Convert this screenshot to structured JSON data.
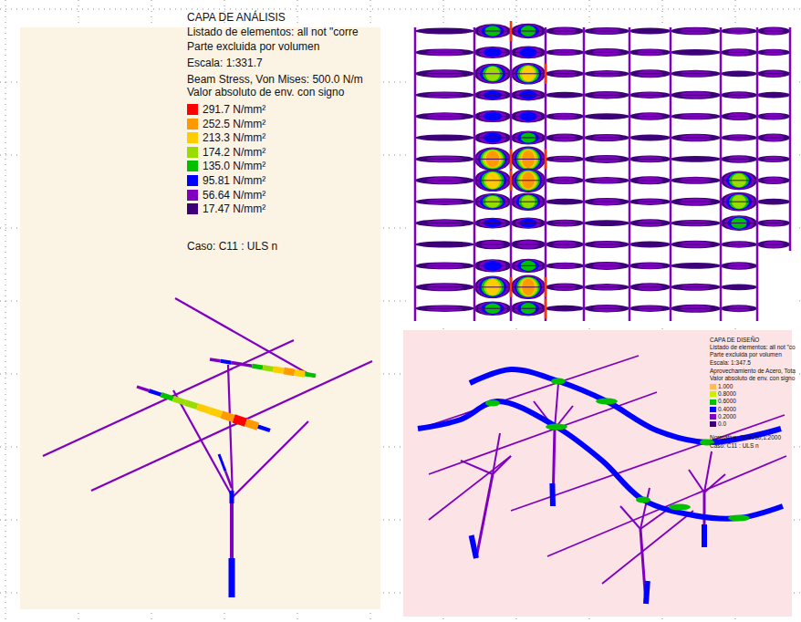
{
  "diagram": {
    "labels": [
      "CAPA DE ANÁLISIS",
      "Listado de elementos: all not \"corre",
      "Parte excluida por volumen",
      "Escala: 1:331.7",
      "Beam Stress, Von Mises: 500.0 N/m",
      "Valor absoluto de env. con signo",
      "Caso: C11 : ULS n",
      "CAPA DE DISEÑO",
      "Listado de elementos: all not \"co",
      "Parte excluida por volumen",
      "Escala: 1:347.5",
      "Aprovechamiento de Acero, Tota",
      "Valor absoluto de env. con signo",
      "Normativa: BS5950,1:2000",
      "Caso: C11 : ULS n"
    ],
    "legend": [
      {
        "text": "291.7 N/mm²",
        "color": "#ff0000"
      },
      {
        "text": "252.5 N/mm²",
        "color": "#ff9900"
      },
      {
        "text": "213.3 N/mm²",
        "color": "#ffcc00"
      },
      {
        "text": "174.2 N/mm²",
        "color": "#99dd00"
      },
      {
        "text": "135.0 N/mm²",
        "color": "#00c000"
      },
      {
        "text": "95.81 N/mm²",
        "color": "#0000ff"
      },
      {
        "text": "56.64 N/mm²",
        "color": "#8000c0"
      },
      {
        "text": "17.47 N/mm²",
        "color": "#3c0078"
      },
      {
        "text": "1.000",
        "color": "#ffbb55"
      },
      {
        "text": "0.8000",
        "color": "#ccee00"
      },
      {
        "text": "0.6000",
        "color": "#00c000"
      },
      {
        "text": "0.4000",
        "color": "#0000ff"
      },
      {
        "text": "0.2000",
        "color": "#8000c0"
      },
      {
        "text": "0.0",
        "color": "#3c0078"
      }
    ]
  }
}
